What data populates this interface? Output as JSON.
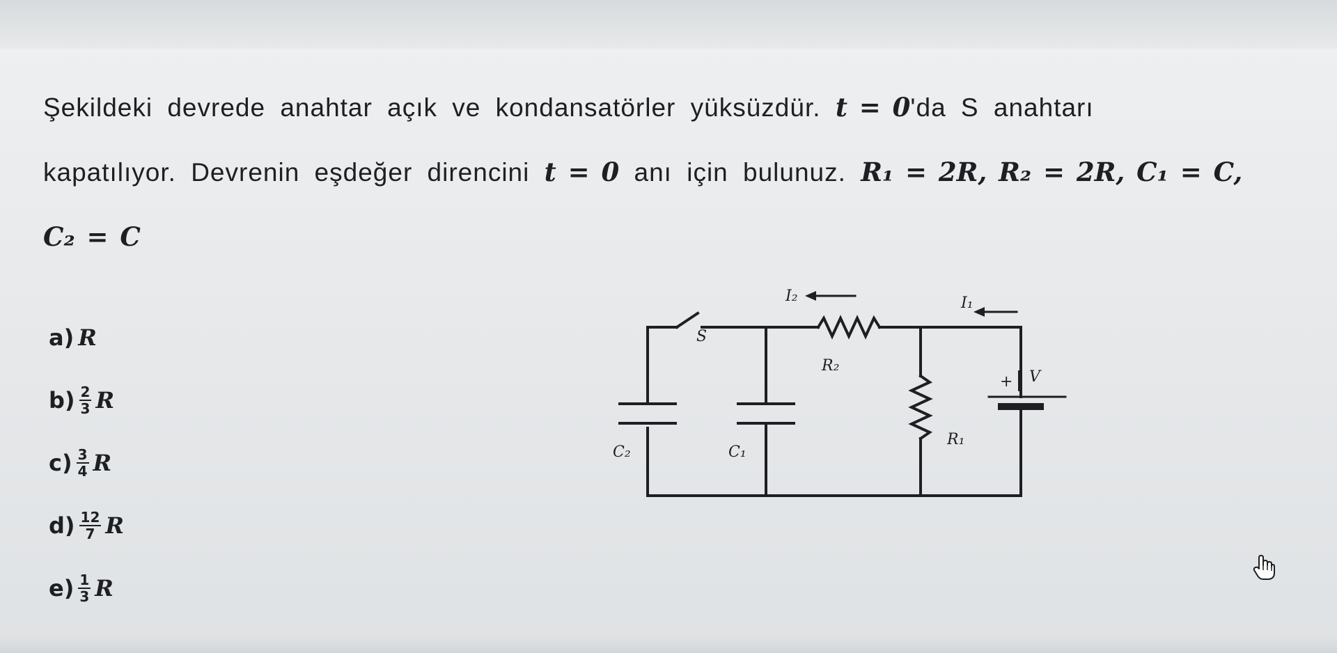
{
  "question": {
    "line1_text": "Şekildeki devrede anahtar açık ve kondansatörler yüksüzdür.",
    "line1_math": "t = 0",
    "line1_tail": "'da S anahtarı",
    "line2_text": "kapatılıyor. Devrenin eşdeğer direncini",
    "line2_math": "t = 0",
    "line2_mid": "anı için bulunuz.",
    "line2_given": "R₁ = 2R, R₂ = 2R, C₁ = C,",
    "line3_given": "C₂ = C"
  },
  "options": [
    {
      "letter": "a)",
      "num": "",
      "den": "",
      "var": "R"
    },
    {
      "letter": "b)",
      "num": "2",
      "den": "3",
      "var": "R"
    },
    {
      "letter": "c)",
      "num": "3",
      "den": "4",
      "var": "R"
    },
    {
      "letter": "d)",
      "num": "12",
      "den": "7",
      "var": "R"
    },
    {
      "letter": "e)",
      "num": "1",
      "den": "3",
      "var": "R"
    }
  ],
  "circuit": {
    "labels": {
      "switch": "S",
      "r2": "R₂",
      "r1": "R₁",
      "c1": "C₁",
      "c2": "C₂",
      "i1": "I₁",
      "i2": "I₂",
      "plus": "+",
      "voltage": "V"
    }
  },
  "colors": {
    "ink": "#1d1f22",
    "paper": "#e8eaeb"
  },
  "icons": {
    "cursor": "hand-pointer-icon"
  }
}
